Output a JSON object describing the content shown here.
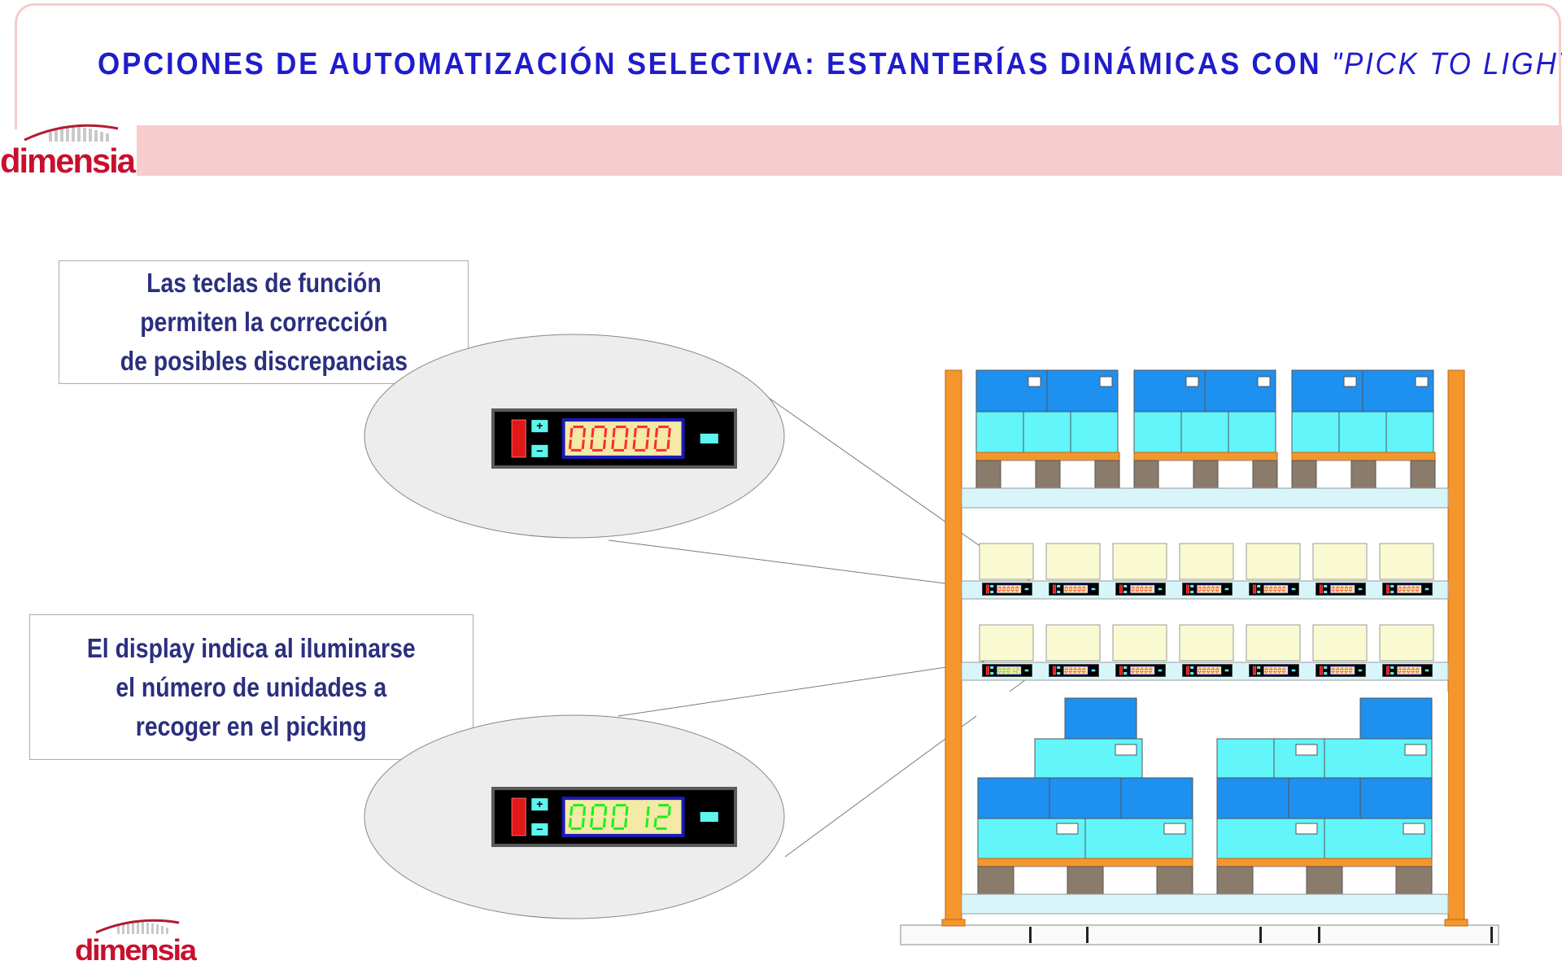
{
  "header": {
    "title_main": "OPCIONES DE AUTOMATIZACIÓN SELECTIVA:  ESTANTERÍAS DINÁMICAS CON ",
    "title_italic": "\"PICK TO LIGHT\""
  },
  "logo": {
    "text": "dimensia",
    "brand_color": "#c8102e"
  },
  "callouts": [
    {
      "lines": [
        "Las teclas de función",
        "permiten la corrección",
        "de posibles discrepancias"
      ]
    },
    {
      "lines": [
        "El display indica al iluminarse",
        "el número de unidades a",
        "recoger en el picking"
      ]
    }
  ],
  "displays": [
    {
      "digits": "00000",
      "digit_color": "#ff2a2a",
      "plus": "+",
      "minus": "−"
    },
    {
      "digits": "00012",
      "digit_color": "#19f019",
      "plus": "+",
      "minus": "−"
    }
  ],
  "colors": {
    "title": "#1f1ccc",
    "header_band": "#f6cccc",
    "callout_text": "#2b2f7e",
    "rack_upright": "#f5962d",
    "box_dark": "#1e90f0",
    "box_light": "#62f5fa",
    "pallet": "#8b7b6b",
    "tote": "#fafad2"
  }
}
